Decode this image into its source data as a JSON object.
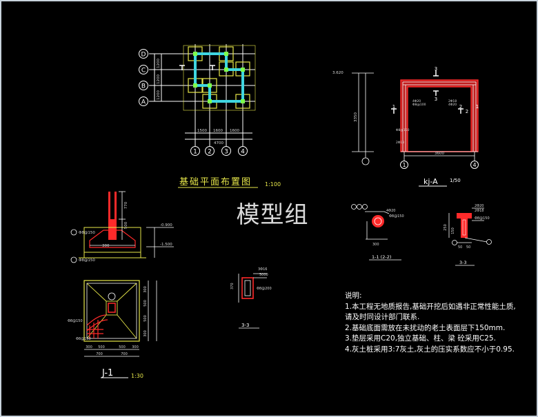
{
  "watermark": "模型组",
  "plan": {
    "title": "基础平面布置图",
    "scale": "1:100",
    "axis_rows": [
      "D",
      "C",
      "B",
      "A"
    ],
    "axis_cols": [
      "1",
      "2",
      "3",
      "4"
    ],
    "row_dims": [
      "1200",
      "1200",
      "1200"
    ],
    "col_dims": [
      "1500",
      "1600",
      "1600"
    ],
    "total_dim": "4700",
    "cut_marks": [
      "1",
      "1"
    ]
  },
  "frame": {
    "title": "kj-A",
    "scale": "1/50",
    "section_marks": [
      "1",
      "1",
      "2",
      "2",
      "3",
      "3"
    ],
    "span_dim": "3600",
    "axis_bottom": [
      "1",
      "4"
    ],
    "top_elev": "3.620",
    "height_dim": "3350",
    "left_labels": [
      "Φ8@150",
      "2Φ18"
    ],
    "beam_labels": [
      "4Φ20",
      "Φ8@100",
      "2Φ18",
      "4Φ20"
    ]
  },
  "footing": {
    "title": "J-1",
    "scale": "1:30",
    "elev_top": "-0.900",
    "elev_bottom": "-1.500",
    "col_dims": [
      "770",
      "500",
      "300"
    ],
    "plan_dims": [
      "300",
      "500",
      "500",
      "300",
      "700",
      "700"
    ],
    "side_dims": [
      "300",
      "500",
      "500",
      "300"
    ],
    "bar_labels": [
      "Φ8@150",
      "Φ8@150",
      "Φ8@150",
      "Φ8@150"
    ],
    "level_label": "1"
  },
  "section_11": {
    "title": "1-1 (2-2)",
    "dim": "300",
    "labels": [
      "4Φ20",
      "Φ8@150"
    ]
  },
  "section_33": {
    "title": "3-3",
    "dims": [
      "250",
      "150"
    ],
    "bottom_dims": [
      "50",
      "50"
    ],
    "labels": [
      "2Φ20",
      "2Φ18",
      "Φ8@150"
    ]
  },
  "section_ss": {
    "title": "3-3",
    "dims": [
      "370",
      "5000"
    ],
    "labels": [
      "3Φ16",
      "Φ8@200"
    ]
  },
  "notes": {
    "heading": "说明:",
    "lines": [
      "1.本工程无地质报告,基础开挖后如遇非正常性能土质,",
      "   请及时同设计部门联系.",
      "2.基础底面需放在未扰动的老土表面层下150mm.",
      "3.垫层采用C20,独立基础、柱、梁 砼采用C25.",
      "4.灰土桩采用3:7灰土,灰土的压实系数应不小于0.95."
    ]
  },
  "colors": {
    "background": "#000000",
    "concrete": "#ff2a2a",
    "grid": "#ffffff",
    "dims": "#d8d8d8",
    "foundation": "#e8e84a",
    "beam": "#3fd6e0",
    "column_dot": "#7cff4a",
    "title": "#e8e84a"
  }
}
